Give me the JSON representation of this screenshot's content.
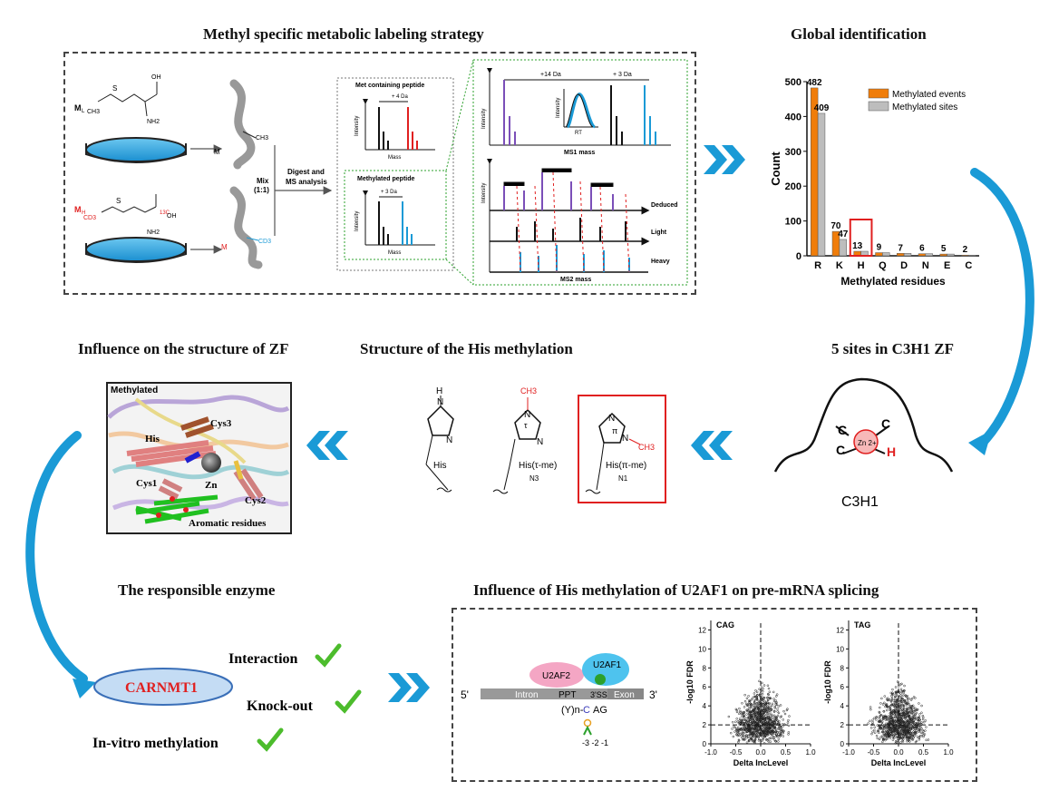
{
  "titles": {
    "labeling": "Methyl specific metabolic labeling strategy",
    "global": "Global identification",
    "zf_influence": "Influence on the structure of ZF",
    "his_structure": "Structure of the His methylation",
    "sites": "5 sites in C3H1 ZF",
    "enzyme": "The responsible enzyme",
    "splicing": "Influence of His methylation of U2AF1 on pre-mRNA splicing"
  },
  "labeling": {
    "m_light": "M",
    "m_light_sub": "L",
    "m_heavy": "M",
    "m_heavy_sub": "H",
    "ch3": "CH3",
    "cd3": "CD3",
    "cd3_mol": "CD3",
    "oh": "OH",
    "nh2": "NH2",
    "c13": "13C",
    "mix": "Mix",
    "mix_ratio": "(1:1)",
    "digest1": "Digest and",
    "digest2": "MS analysis",
    "met_peptide": "Met containing peptide",
    "plus4": "+ 4 Da",
    "methylated_peptide": "Methylated peptide",
    "plus3": "+ 3 Da",
    "intensity": "Intensity",
    "mass": "Mass",
    "plus14": "+14 Da",
    "plus3b": "+ 3 Da",
    "rt": "RT",
    "ms1": "MS1 mass",
    "ms2": "MS2 mass",
    "deduced": "Deduced",
    "light": "Light",
    "heavy": "Heavy"
  },
  "chart_data": {
    "type": "bar",
    "categories": [
      "R",
      "K",
      "H",
      "Q",
      "D",
      "N",
      "E",
      "C"
    ],
    "series": [
      {
        "name": "Methylated events",
        "values": [
          482,
          70,
          13,
          9,
          7,
          6,
          5,
          2
        ],
        "color": "#f07d0a"
      },
      {
        "name": "Methylated sites",
        "values": [
          409,
          47,
          13,
          9,
          7,
          6,
          5,
          2
        ],
        "color": "#bdbdbd"
      }
    ],
    "value_labels": [
      [
        "482",
        "409"
      ],
      [
        "70",
        "47"
      ],
      [
        "13",
        ""
      ],
      [
        "9",
        ""
      ],
      [
        "7",
        ""
      ],
      [
        "6",
        ""
      ],
      [
        "5",
        ""
      ],
      [
        "2",
        ""
      ]
    ],
    "xlabel": "Methylated residues",
    "ylabel": "Count",
    "ylim": [
      0,
      500
    ],
    "yticks": [
      "0",
      "100",
      "200",
      "300",
      "400",
      "500"
    ],
    "highlight": "H",
    "legend": "top-right"
  },
  "zf": {
    "methylated": "Methylated",
    "cys3": "Cys3",
    "his": "His",
    "zn": "Zn",
    "cys1": "Cys1",
    "cys2": "Cys2",
    "aromatic": "Aromatic residues"
  },
  "his": {
    "h": "H",
    "n": "N",
    "ch3": "CH3",
    "tau": "τ",
    "pi": "π",
    "label1": "His",
    "label2": "His(τ-me)",
    "sub2": "N3",
    "label3": "His(π-me)",
    "sub3": "N1"
  },
  "c3h1": {
    "c1": "C",
    "c2": "C",
    "c3": "C",
    "h": "H",
    "zn": "Zn 2+",
    "caption": "C3H1"
  },
  "enzyme": {
    "name": "CARNMT1",
    "interaction": "Interaction",
    "knockout": "Knock-out",
    "invitro": "In-vitro methylation"
  },
  "splice": {
    "five": "5'",
    "three": "3'",
    "intron": "Intron",
    "ppt": "PPT",
    "ss": "3'SS",
    "exon": "Exon",
    "u2af2": "U2AF2",
    "u2af1": "U2AF1",
    "yn": "(Y)n-",
    "c": "C",
    "ag": "AG",
    "minus": "-3  -2 -1"
  },
  "volcano": {
    "cag": "CAG",
    "tag": "TAG",
    "ylabel": "-log10 FDR",
    "xlabel": "Delta IncLevel",
    "yticks": [
      "0",
      "2",
      "4",
      "6",
      "8",
      "10",
      "12"
    ],
    "xticks": [
      "-1.0",
      "-0.5",
      "0.0",
      "0.5",
      "1.0"
    ]
  },
  "colors": {
    "orange": "#f07d0a",
    "gray": "#bdbdbd",
    "blue_arrow": "#1a9ad6",
    "red": "#e02020"
  }
}
